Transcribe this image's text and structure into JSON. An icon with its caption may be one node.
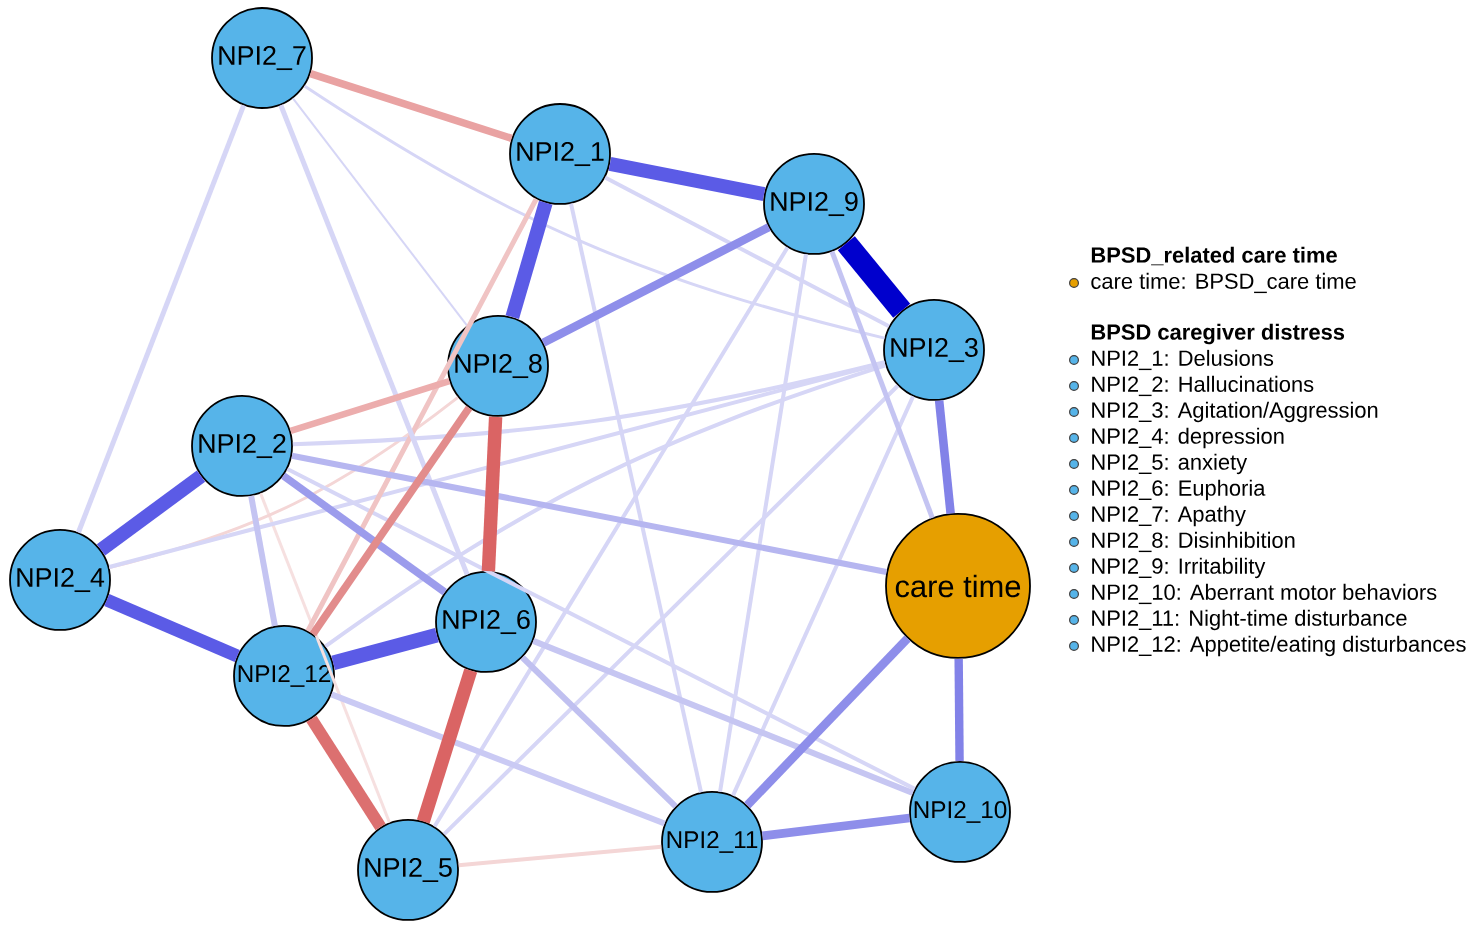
{
  "diagram": {
    "nodes": [
      {
        "text": [
          "NPI2_7"
        ]
      },
      {
        "text": [
          "NPI2_1"
        ]
      },
      {
        "text": [
          "NPI2_9"
        ]
      },
      {
        "text": [
          "NPI2_3"
        ]
      },
      {
        "text": [
          "NPI2_8"
        ]
      },
      {
        "text": [
          "NPI2_2"
        ]
      },
      {
        "text": [
          "NPI2_4"
        ]
      },
      {
        "text": [
          "care time"
        ]
      },
      {
        "text": [
          "NPI2_6"
        ]
      },
      {
        "text": [
          "NPI2_12"
        ]
      },
      {
        "text": [
          "NPI2_10"
        ]
      },
      {
        "text": [
          "NPI2_11"
        ]
      },
      {
        "text": [
          "NPI2_5"
        ]
      }
    ],
    "edges": [
      {
        "from": 2,
        "to": 3,
        "arrow": "none",
        "style": "thick",
        "color": "#0000cd"
      },
      {
        "from": 1,
        "to": 2,
        "arrow": "none",
        "style": "thick",
        "color": "#5b5be6"
      },
      {
        "from": 1,
        "to": 4,
        "arrow": "none",
        "style": "thick",
        "color": "#5b5be6"
      },
      {
        "from": 5,
        "to": 6,
        "arrow": "none",
        "style": "thick",
        "color": "#5b5be6"
      },
      {
        "from": 6,
        "to": 9,
        "arrow": "none",
        "style": "thick",
        "color": "#5b5be6"
      },
      {
        "from": 9,
        "to": 8,
        "arrow": "none",
        "style": "thick",
        "color": "#5b5be6"
      },
      {
        "from": 4,
        "to": 8,
        "arrow": "none",
        "style": "thick",
        "color": "#da6464"
      },
      {
        "from": 8,
        "to": 12,
        "arrow": "none",
        "style": "thick",
        "color": "#da6464"
      },
      {
        "from": 9,
        "to": 12,
        "arrow": "none",
        "style": "thick",
        "color": "#dc7070"
      },
      {
        "from": 2,
        "to": 4,
        "arrow": "none",
        "color": "#8e8eea"
      },
      {
        "from": 3,
        "to": 7,
        "arrow": "none",
        "color": "#8282e8"
      },
      {
        "from": 7,
        "to": 10,
        "arrow": "none",
        "color": "#8282e8"
      },
      {
        "from": 7,
        "to": 11,
        "arrow": "none",
        "color": "#8e8eea"
      },
      {
        "from": 11,
        "to": 10,
        "arrow": "none",
        "color": "#8e8eea"
      },
      {
        "from": 5,
        "to": 8,
        "arrow": "none",
        "color": "#9c9cec"
      },
      {
        "from": 0,
        "to": 1,
        "arrow": "none",
        "color": "#e9a2a2"
      },
      {
        "from": 4,
        "to": 9,
        "arrow": "none",
        "color": "#e28c8c"
      },
      {
        "from": 4,
        "to": 5,
        "arrow": "none",
        "color": "#ecadad"
      },
      {
        "from": 1,
        "to": 9,
        "arrow": "none",
        "color": "#f0c4c4"
      },
      {
        "from": 5,
        "to": 9,
        "arrow": "none",
        "color": "#c4c4f2"
      },
      {
        "from": 2,
        "to": 7,
        "arrow": "none",
        "color": "#c4c4f2"
      },
      {
        "from": 5,
        "to": 7,
        "arrow": "none",
        "color": "#b6b6f0"
      },
      {
        "from": 8,
        "to": 11,
        "arrow": "none",
        "color": "#c0c0f0"
      },
      {
        "from": 8,
        "to": 10,
        "arrow": "none",
        "color": "#c6c6f2"
      },
      {
        "from": 9,
        "to": 11,
        "arrow": "none",
        "color": "#cacaf4"
      },
      {
        "from": 12,
        "to": 11,
        "arrow": "none",
        "color": "#f4d6d6"
      },
      {
        "from": 5,
        "to": 12,
        "arrow": "none",
        "color": "#f6e0e0"
      },
      {
        "from": 6,
        "to": 4,
        "arrow": "none",
        "color": "#f4d6d6"
      },
      {
        "from": 0,
        "to": 6,
        "arrow": "none"
      },
      {
        "from": 0,
        "to": 8,
        "arrow": "none"
      },
      {
        "from": 0,
        "to": 3,
        "arrow": "none"
      },
      {
        "from": 0,
        "to": 4,
        "arrow": "none"
      },
      {
        "from": 1,
        "to": 3,
        "arrow": "none"
      },
      {
        "from": 5,
        "to": 3,
        "arrow": "none"
      },
      {
        "from": 6,
        "to": 3,
        "arrow": "none"
      },
      {
        "from": 3,
        "to": 11,
        "arrow": "none"
      },
      {
        "from": 2,
        "to": 12,
        "arrow": "none"
      },
      {
        "from": 2,
        "to": 11,
        "arrow": "none"
      },
      {
        "from": 1,
        "to": 11,
        "arrow": "none"
      },
      {
        "from": 9,
        "to": 3,
        "arrow": "none"
      },
      {
        "from": 12,
        "to": 3,
        "arrow": "none"
      },
      {
        "from": 5,
        "to": 10,
        "arrow": "none"
      }
    ],
    "labels": [
      "BPSD_related care time",
      "BPSD caregiver distress"
    ],
    "legend": [
      {
        "text": "care time: BPSD_care time",
        "color": "#e69f00"
      },
      {
        "text": "NPI2_1: Delusions",
        "color": "#56b4e9"
      },
      {
        "text": "NPI2_2: Hallucinations",
        "color": "#56b4e9"
      },
      {
        "text": "NPI2_3: Agitation/Aggression",
        "color": "#56b4e9"
      },
      {
        "text": "NPI2_4: depression",
        "color": "#56b4e9"
      },
      {
        "text": "NPI2_5: anxiety",
        "color": "#56b4e9"
      },
      {
        "text": "NPI2_6: Euphoria",
        "color": "#56b4e9"
      },
      {
        "text": "NPI2_7: Apathy",
        "color": "#56b4e9"
      },
      {
        "text": "NPI2_8: Disinhibition",
        "color": "#56b4e9"
      },
      {
        "text": "NPI2_9: Irritability",
        "color": "#56b4e9"
      },
      {
        "text": "NPI2_10: Aberrant motor behaviors",
        "color": "#56b4e9"
      },
      {
        "text": "NPI2_11: Night-time disturbance",
        "color": "#56b4e9"
      },
      {
        "text": "NPI2_12: Appetite/eating disturbances",
        "color": "#56b4e9"
      }
    ]
  }
}
